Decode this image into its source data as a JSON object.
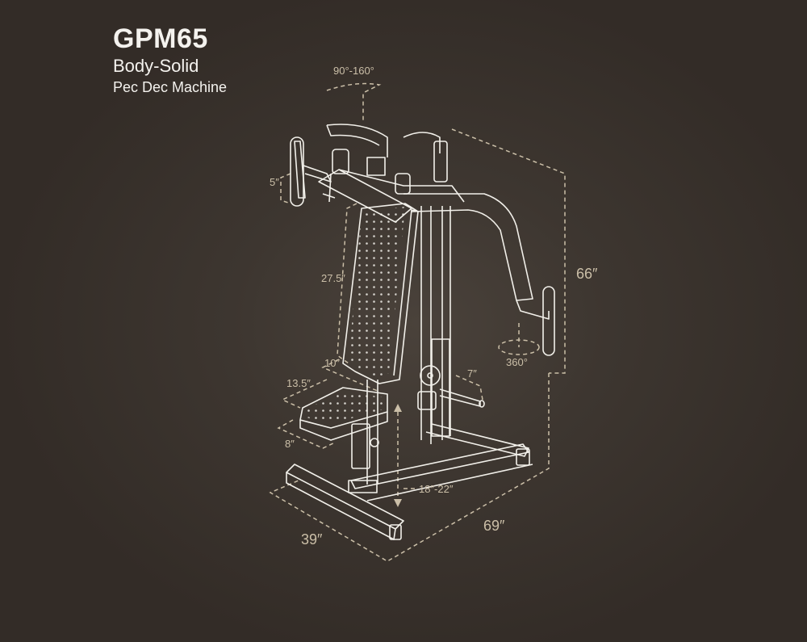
{
  "title": {
    "model": "GPM65",
    "brand": "Body-Solid",
    "product": "Pec Dec Machine"
  },
  "dimensions": {
    "arm_angle": "90°-160°",
    "handle_offset": "5″",
    "back_pad_height": "27.5″",
    "back_pad_width": "10″",
    "seat_depth": "13.5″",
    "seat_width": "8″",
    "pop_pin": "7″",
    "rotation": "360°",
    "height": "66″",
    "seat_height_range": "18″-22″",
    "width": "39″",
    "length": "69″"
  },
  "colors": {
    "background": "#3a332d",
    "line": "#f2f0ea",
    "dimension": "#cbbfa8",
    "title": "#f4f2ee"
  }
}
